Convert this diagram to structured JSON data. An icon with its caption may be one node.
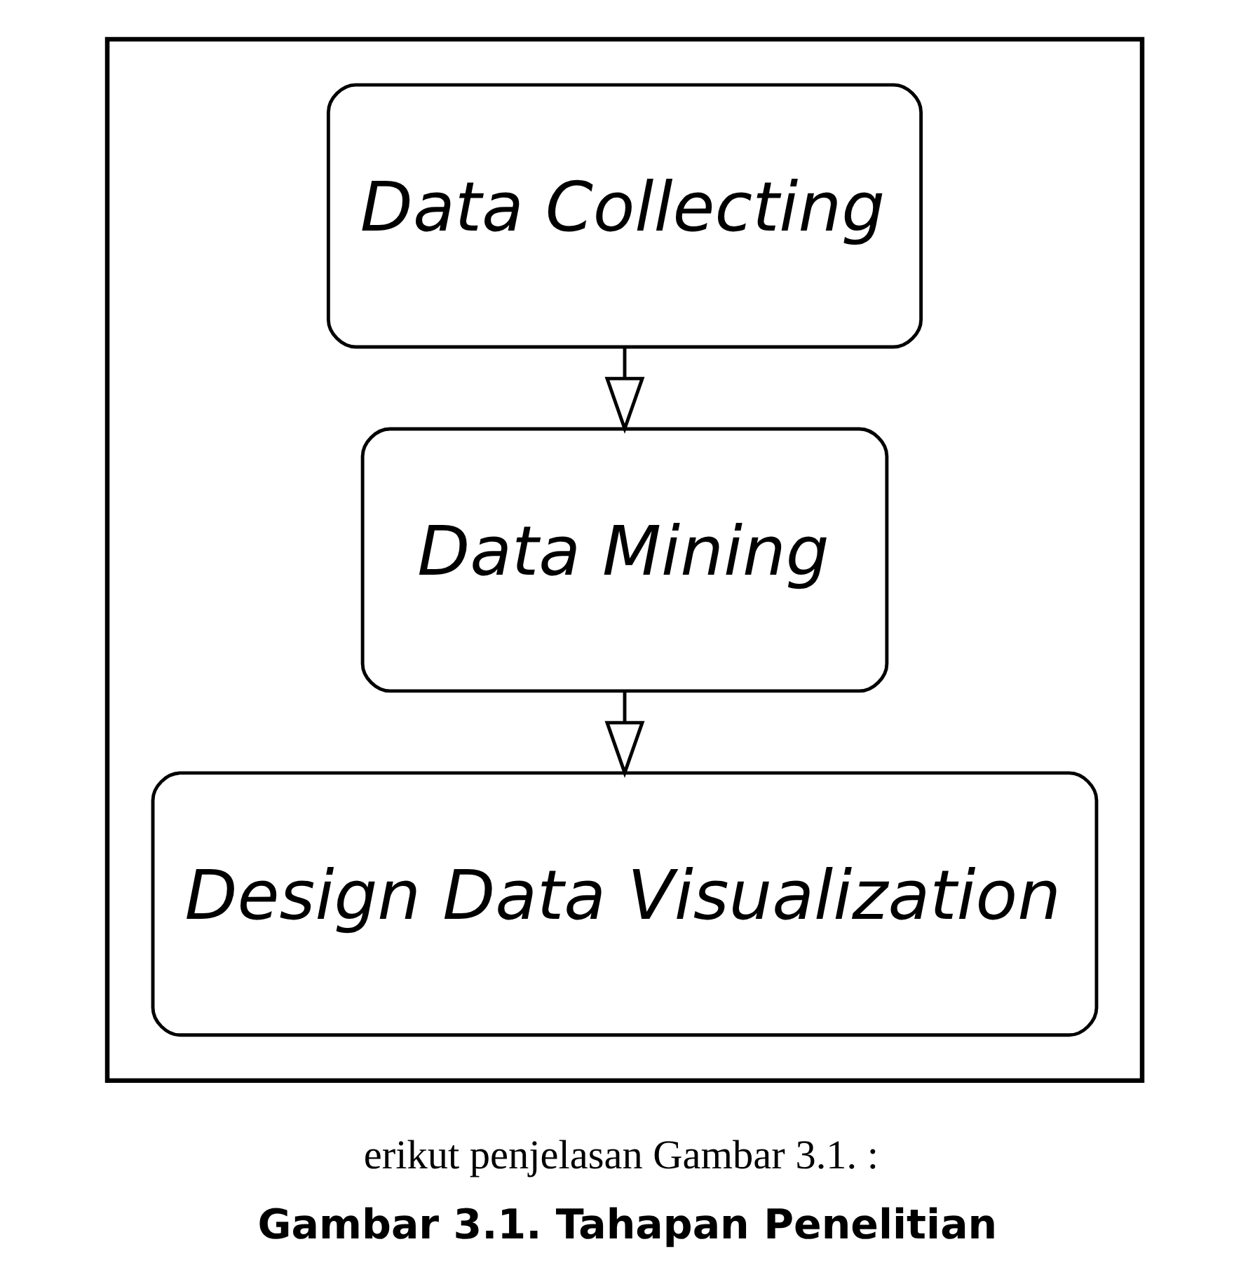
{
  "diagram": {
    "caption": "Gambar 3.1. Tahapan Penelitian",
    "nodes": [
      {
        "text": [],
        "shape": "box"
      },
      {
        "text": [
          "Data Collecting"
        ],
        "in": 0
      },
      {
        "text": [
          "Data Mining"
        ],
        "in": 0
      },
      {
        "text": [
          "Design Data Visualization"
        ],
        "in": 0
      }
    ],
    "edges": [
      {
        "from": 1,
        "to": 2,
        "arrow": "to"
      },
      {
        "from": 2,
        "to": 3,
        "arrow": "to"
      }
    ],
    "labels": [
      "erikut penjelasan Gambar 3.1. :"
    ]
  }
}
